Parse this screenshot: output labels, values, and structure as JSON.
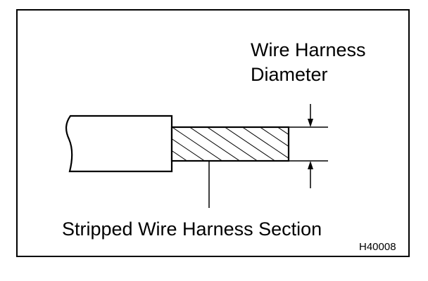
{
  "diagram": {
    "diameter_label_line1": "Wire Harness",
    "diameter_label_line2": "Diameter",
    "section_label": "Stripped Wire Harness Section",
    "figure_code": "H40008"
  },
  "colors": {
    "ink": "#000000",
    "paper": "#ffffff"
  }
}
